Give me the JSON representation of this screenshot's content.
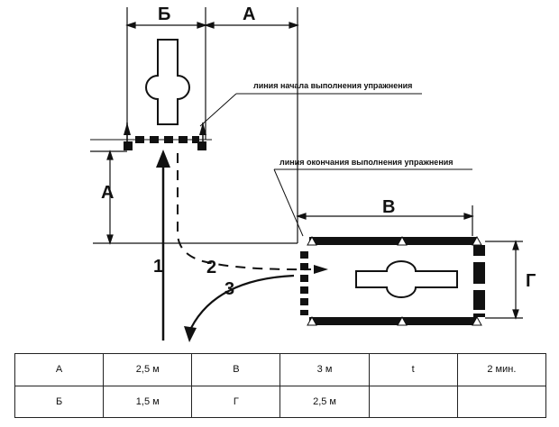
{
  "dimensions": {
    "A": "А",
    "B": "Б",
    "V": "В",
    "G": "Г"
  },
  "line_labels": {
    "start": "линия начала выполнения упражнения",
    "end": "линия окончания выполнения упражнения"
  },
  "paths": [
    "1",
    "2",
    "3"
  ],
  "table": {
    "rows": [
      [
        "А",
        "2,5 м",
        "В",
        "3 м",
        "t",
        "2 мин."
      ],
      [
        "Б",
        "1,5 м",
        "Г",
        "2,5 м",
        "",
        ""
      ]
    ]
  }
}
